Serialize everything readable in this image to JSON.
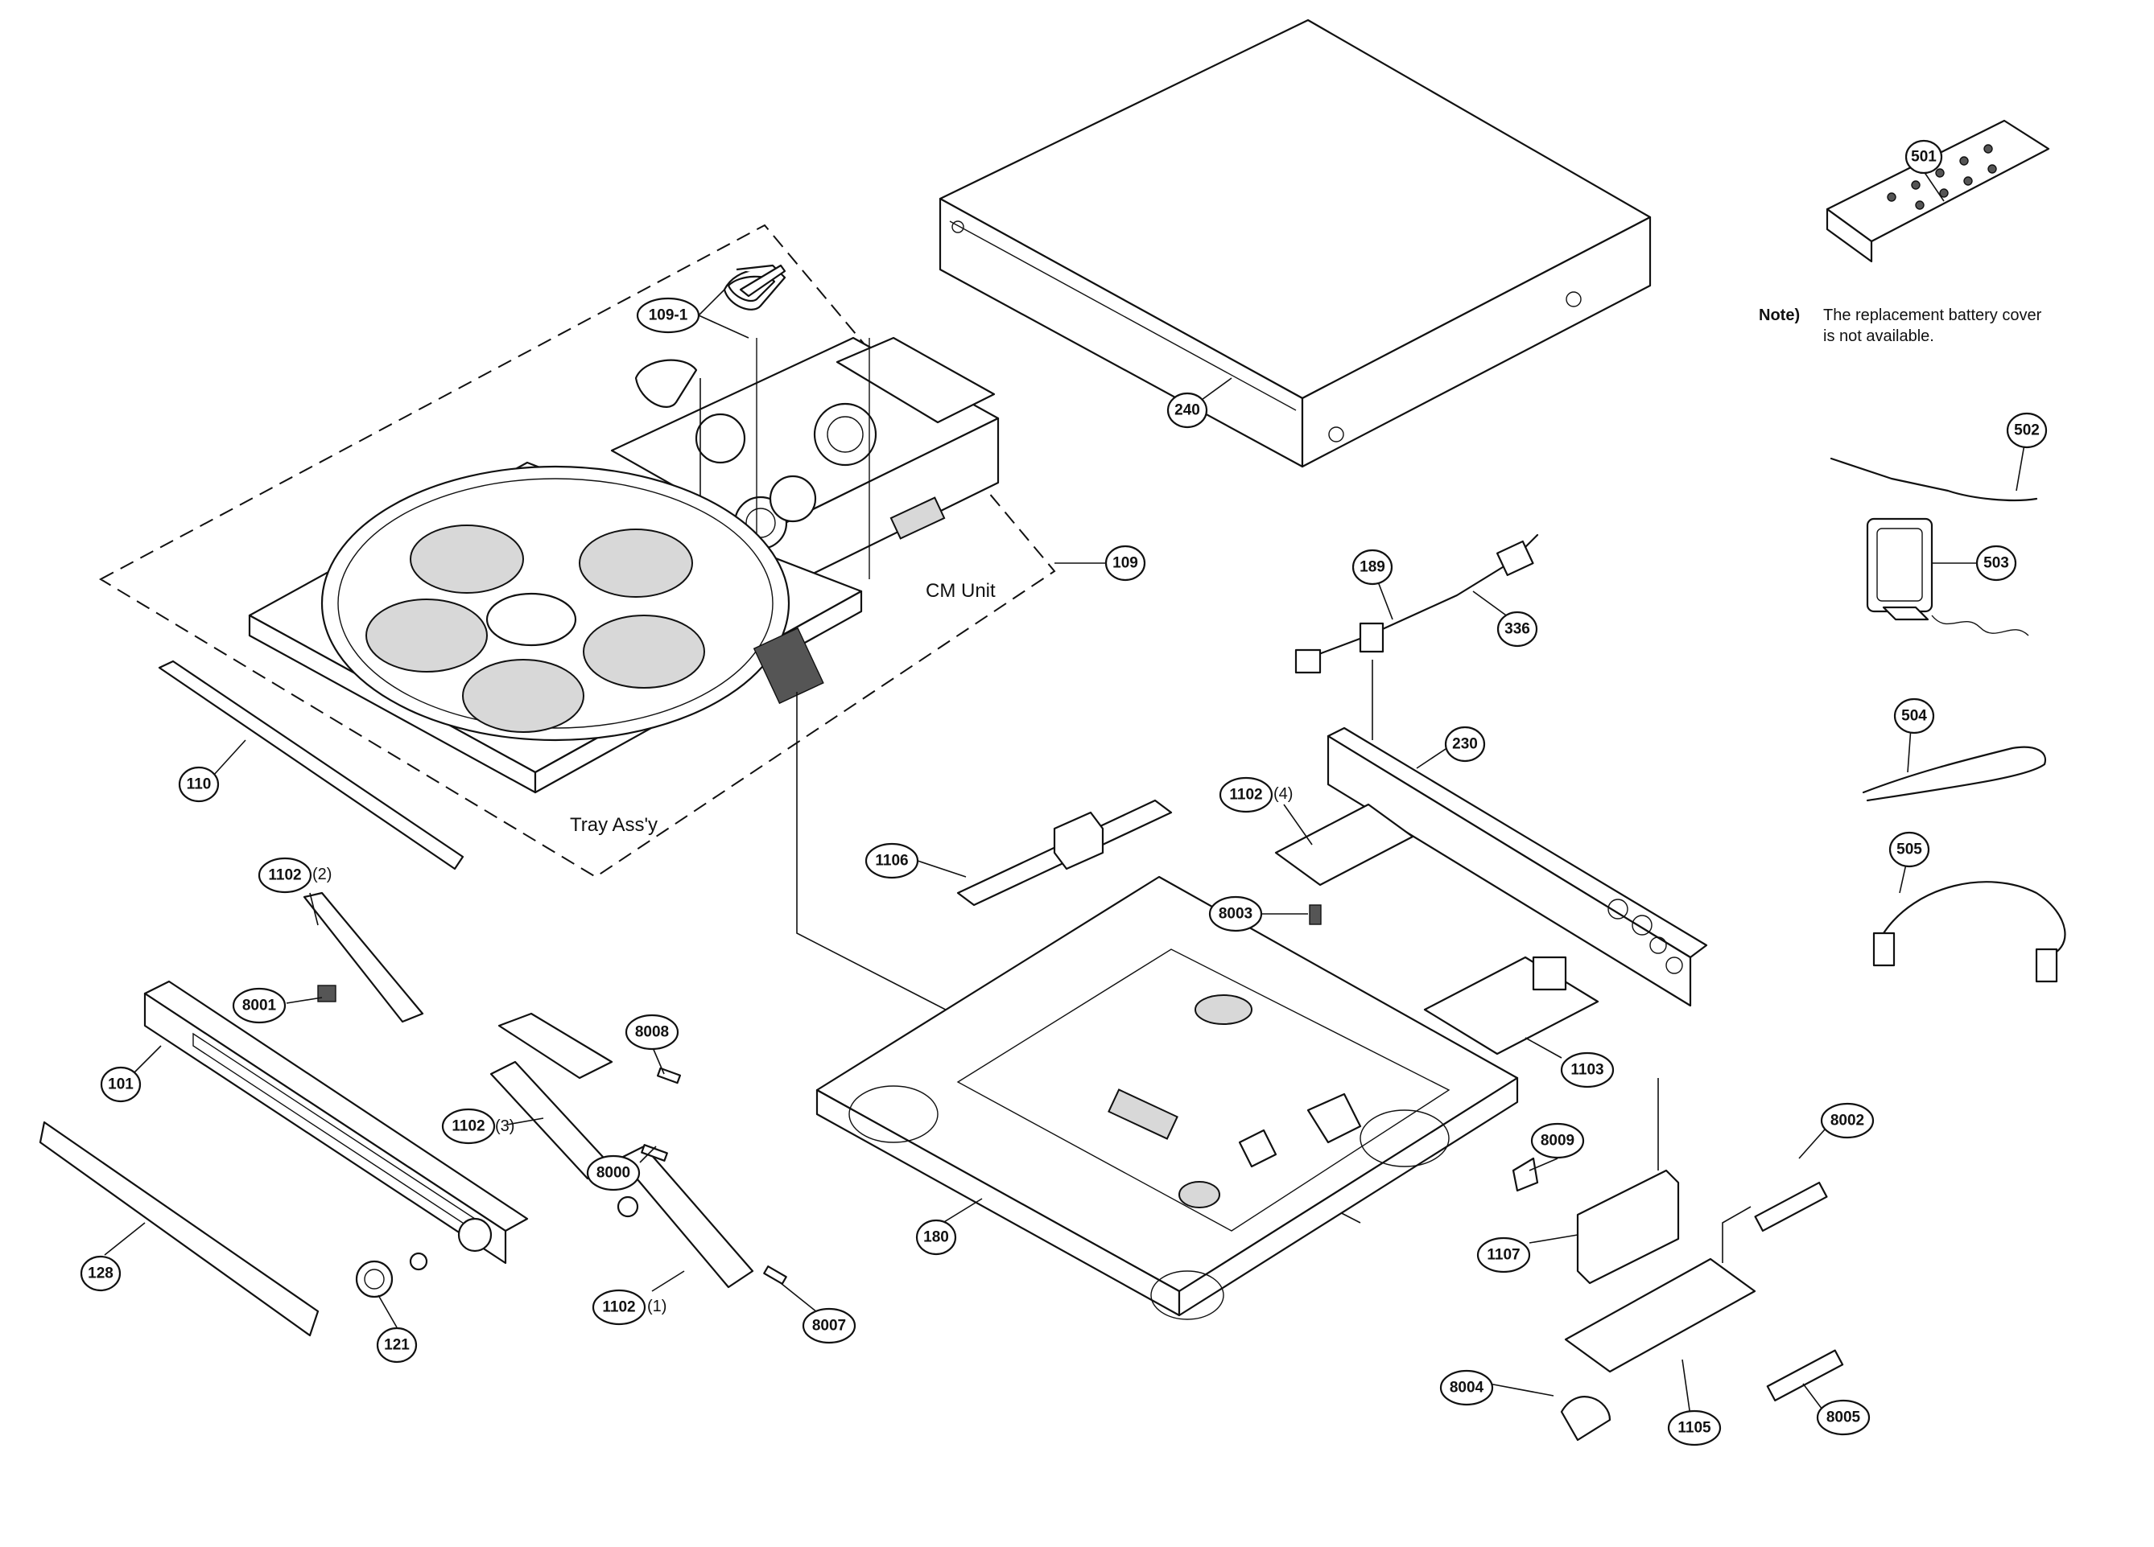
{
  "callouts": {
    "c501": "501",
    "c240": "240",
    "c109_1": "109-1",
    "c109": "109",
    "c502": "502",
    "c503": "503",
    "c189": "189",
    "c336": "336",
    "c110": "110",
    "c230": "230",
    "c504": "504",
    "c1102_4": "1102",
    "c1106": "1106",
    "c8003": "8003",
    "c505": "505",
    "c1102_2": "1102",
    "c8001": "8001",
    "c8008": "8008",
    "c1102_3": "1102",
    "c101": "101",
    "c1103": "1103",
    "c8000": "8000",
    "c8009": "8009",
    "c8002": "8002",
    "c180": "180",
    "c1107": "1107",
    "c128": "128",
    "c1102_1": "1102",
    "c8007": "8007",
    "c121": "121",
    "c8004": "8004",
    "c1105": "1105",
    "c8005": "8005"
  },
  "qualifiers": {
    "q1": "(1)",
    "q2": "(2)",
    "q3": "(3)",
    "q4": "(4)"
  },
  "labels": {
    "cm_unit": "CM Unit",
    "tray_assy": "Tray Ass'y"
  },
  "note": {
    "prefix": "Note)",
    "line1": "The replacement battery cover",
    "line2": "is not available."
  }
}
